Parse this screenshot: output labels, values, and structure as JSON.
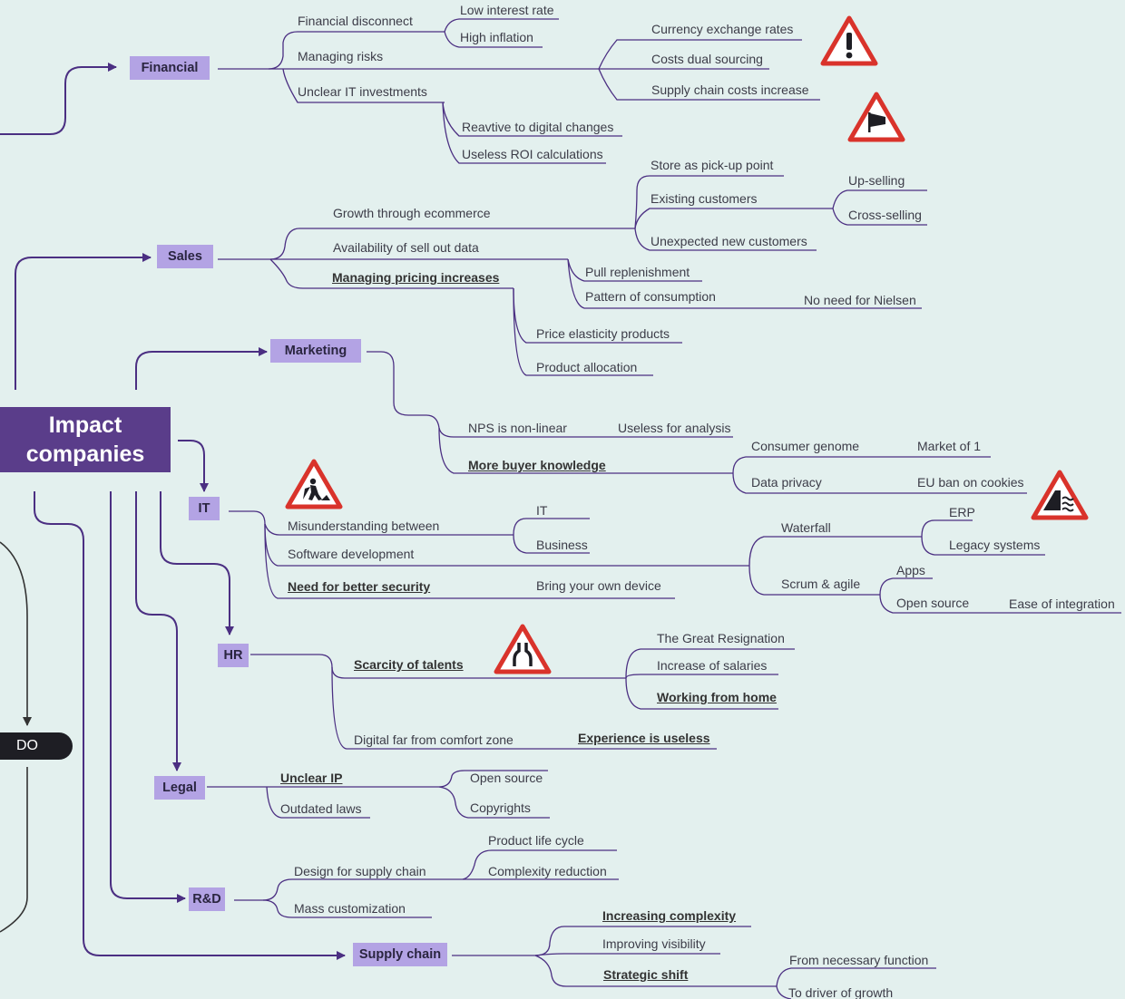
{
  "center": {
    "line1": "Impact",
    "line2": "companies"
  },
  "do_label": "DO",
  "categories": {
    "financial": "Financial",
    "sales": "Sales",
    "marketing": "Marketing",
    "it": "IT",
    "hr": "HR",
    "legal": "Legal",
    "rnd": "R&D",
    "supply_chain": "Supply chain"
  },
  "financial": {
    "financial_disconnect": "Financial disconnect",
    "low_interest_rate": "Low interest rate",
    "high_inflation": "High inflation",
    "managing_risks": "Managing risks",
    "currency_exchange_rates": "Currency exchange rates",
    "costs_dual_sourcing": "Costs dual sourcing",
    "supply_chain_costs_increase": "Supply chain costs increase",
    "unclear_it_investments": "Unclear IT investments",
    "reactive_digital": "Reavtive to digital changes",
    "useless_roi": "Useless ROI calculations"
  },
  "sales": {
    "growth_ecommerce": "Growth through ecommerce",
    "store_pickup": "Store as pick-up point",
    "existing_customers": "Existing customers",
    "up_selling": "Up-selling",
    "cross_selling": "Cross-selling",
    "unexpected_customers": "Unexpected new customers",
    "sell_out_data": "Availability of sell out data",
    "pull_replenishment": "Pull replenishment",
    "pattern_consumption": "Pattern of consumption",
    "no_nielsen": "No need for Nielsen",
    "pricing_increases": "Managing pricing increases",
    "price_elasticity": "Price elasticity products",
    "product_allocation": "Product allocation"
  },
  "marketing": {
    "nps": "NPS is non-linear",
    "useless_analysis": "Useless for analysis",
    "buyer_knowledge": "More buyer knowledge",
    "consumer_genome": "Consumer genome",
    "market_of_1": "Market of 1",
    "data_privacy": "Data privacy",
    "eu_cookies": "EU ban on cookies"
  },
  "it": {
    "misunderstanding": "Misunderstanding between",
    "it": "IT",
    "business": "Business",
    "software_dev": "Software development",
    "waterfall": "Waterfall",
    "erp": "ERP",
    "legacy": "Legacy systems",
    "scrum": "Scrum & agile",
    "apps": "Apps",
    "open_source": "Open source",
    "ease_integration": "Ease of integration",
    "security": "Need for better security",
    "byod": "Bring your own device"
  },
  "hr": {
    "scarcity": "Scarcity of talents",
    "great_resignation": "The Great Resignation",
    "salaries": "Increase of salaries",
    "wfh": "Working from home",
    "digital_far": "Digital far from comfort zone",
    "experience_useless": "Experience is useless"
  },
  "legal": {
    "unclear_ip": "Unclear IP",
    "open_source": "Open source",
    "outdated_laws": "Outdated laws",
    "copyrights": "Copyrights"
  },
  "rnd": {
    "design_sc": "Design for supply chain",
    "plc": "Product life cycle",
    "complexity_reduction": "Complexity reduction",
    "mass_customization": "Mass customization"
  },
  "supply_chain": {
    "increasing_complexity": "Increasing complexity",
    "improving_visibility": "Improving visibility",
    "strategic_shift": "Strategic shift",
    "from_necessary": "From necessary function",
    "to_driver": "To driver of growth"
  },
  "colors": {
    "background": "#e3f0ee",
    "line": "#4b2f82",
    "category": "#b3a3e4",
    "center": "#5a3d8a",
    "underline": "#4b2f82",
    "warning_red": "#d9332b"
  }
}
